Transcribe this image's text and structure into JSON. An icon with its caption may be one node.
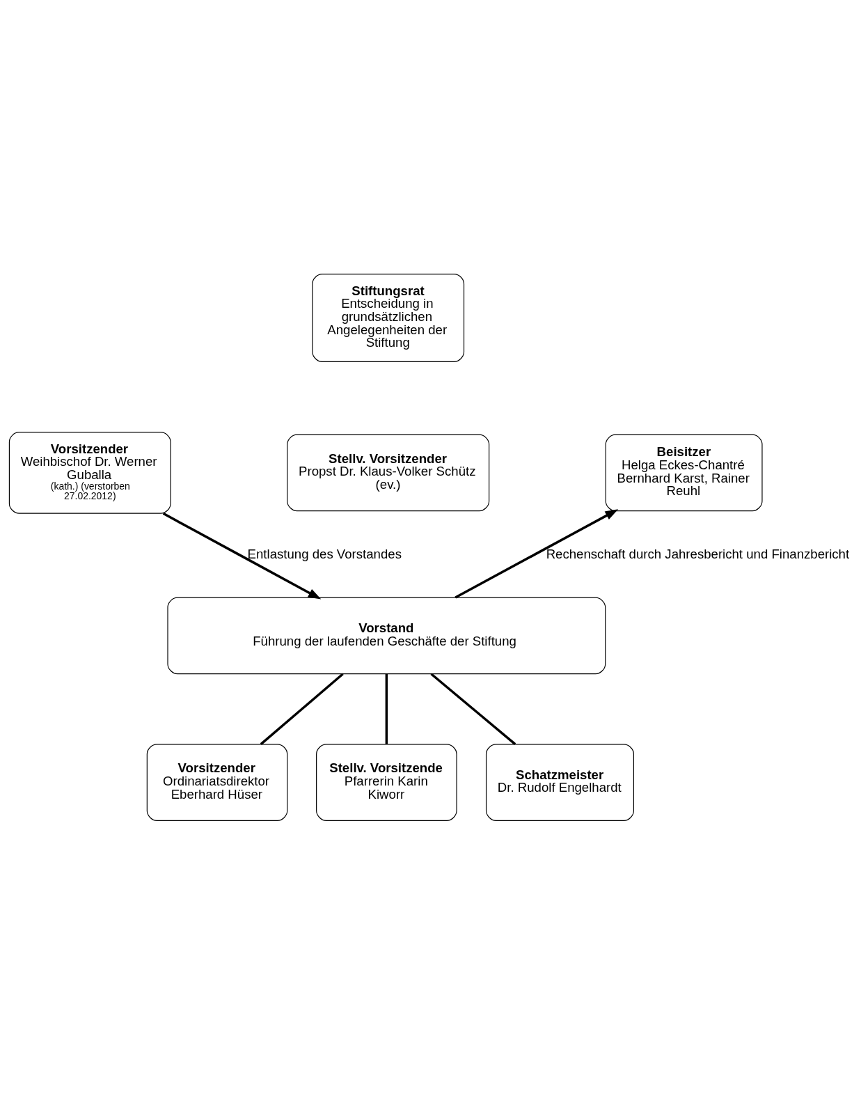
{
  "diagram": {
    "nodes": [
      {
        "text": [
          "Stiftungsrat",
          "Entscheidung in grundsätzlichen Angelegenheiten der Stiftung"
        ]
      },
      {
        "text": [
          "Vorsitzender",
          "Weihbischof Dr. Werner Guballa",
          "(kath.) (verstorben 27.02.2012)"
        ]
      },
      {
        "text": [
          "Stellv. Vorsitzender",
          "Propst Dr. Klaus-Volker Schütz (ev.)"
        ]
      },
      {
        "text": [
          "Beisitzer",
          "Helga Eckes-Chantré Bernhard Karst, Rainer Reuhl"
        ]
      },
      {
        "text": [
          "Vorstand",
          "Führung der laufenden Geschäfte der Stiftung"
        ]
      },
      {
        "text": [
          "Vorsitzender",
          "Ordinariatsdirektor Eberhard Hüser"
        ]
      },
      {
        "text": [
          "Stellv. Vorsitzende",
          "Pfarrerin Karin Kiworr"
        ]
      },
      {
        "text": [
          "Schatzmeister",
          "Dr. Rudolf Engelhardt"
        ]
      }
    ],
    "edges": [
      {
        "from": 1,
        "to": 4,
        "arrow": "to",
        "label": "Entlastung des Vorstandes"
      },
      {
        "from": 4,
        "to": 3,
        "arrow": "to",
        "label": "Rechenschaft durch Jahresbericht und Finanzbericht"
      },
      {
        "from": 4,
        "to": 5,
        "arrow": "none"
      },
      {
        "from": 4,
        "to": 6,
        "arrow": "none"
      },
      {
        "from": 4,
        "to": 7,
        "arrow": "none"
      }
    ]
  }
}
